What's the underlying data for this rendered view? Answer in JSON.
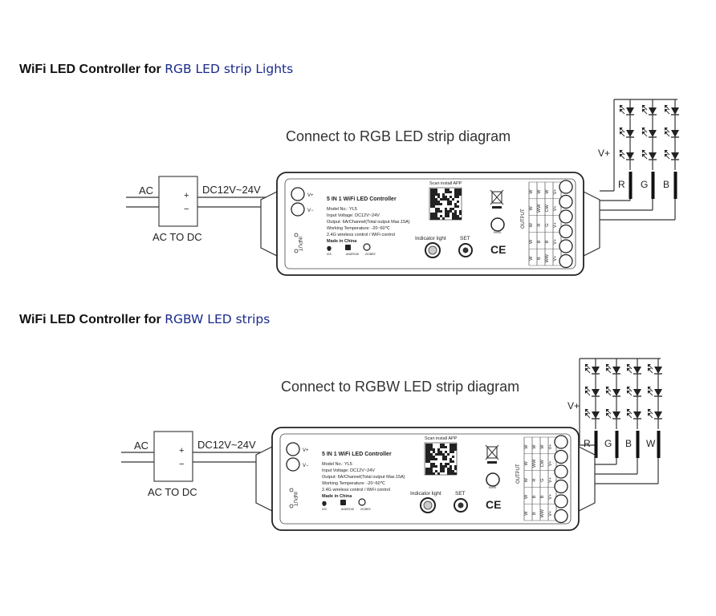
{
  "section1": {
    "heading_bold": "WiFi LED Controller for",
    "heading_link": "RGB LED strip Lights",
    "diagram_title": "Connect to RGB LED strip diagram",
    "channels": [
      "R",
      "G",
      "B"
    ],
    "output_columns": [
      [
        "V+",
        "V+",
        "V+",
        "V+",
        "V+"
      ],
      [
        "W",
        "CW",
        "G",
        "B",
        "WW"
      ],
      [
        "W",
        "WW",
        "R",
        "B",
        "B"
      ],
      [
        "W",
        "W",
        "W",
        "W",
        "W"
      ]
    ]
  },
  "section2": {
    "heading_bold": "WiFi LED Controller for",
    "heading_link": "RGBW LED strips",
    "diagram_title": "Connect to RGBW LED strip diagram",
    "channels": [
      "R",
      "G",
      "B",
      "W"
    ],
    "output_columns": [
      [
        "V+",
        "V+",
        "V+",
        "V+",
        "V+"
      ],
      [
        "W",
        "CW",
        "G",
        "B",
        "WW"
      ],
      [
        "W",
        "WW",
        "R",
        "B",
        "B"
      ],
      [
        "W",
        "W",
        "W",
        "W",
        "W"
      ]
    ]
  },
  "common": {
    "ac_label": "AC",
    "dc_label": "DC12V~24V",
    "adapter_label": "AC TO DC",
    "plus": "+",
    "minus": "−",
    "vplus_label": "V+",
    "input_label": "INPUT",
    "output_label": "OUTPUT",
    "terminal_vplus": "V+",
    "terminal_vminus": "V−",
    "product_title": "5 IN 1 WiFi LED Controller",
    "spec_lines": [
      "Model No.: YL5",
      "Input Voltage: DC12V~24V",
      "Output: 6A/Channel(Total output Max.15A)",
      "Working Temperature: -20~60℃",
      "2.4G wireless control / WiFi control",
      "Made in China"
    ],
    "scan_label": "Scan install APP",
    "indicator_label": "Indicator light",
    "set_label": "SET",
    "ce_label": "CE",
    "rohs_label": "RoHS",
    "app_icon_labels": [
      "iOS",
      "ANDROID",
      "ZIGBEE"
    ]
  }
}
